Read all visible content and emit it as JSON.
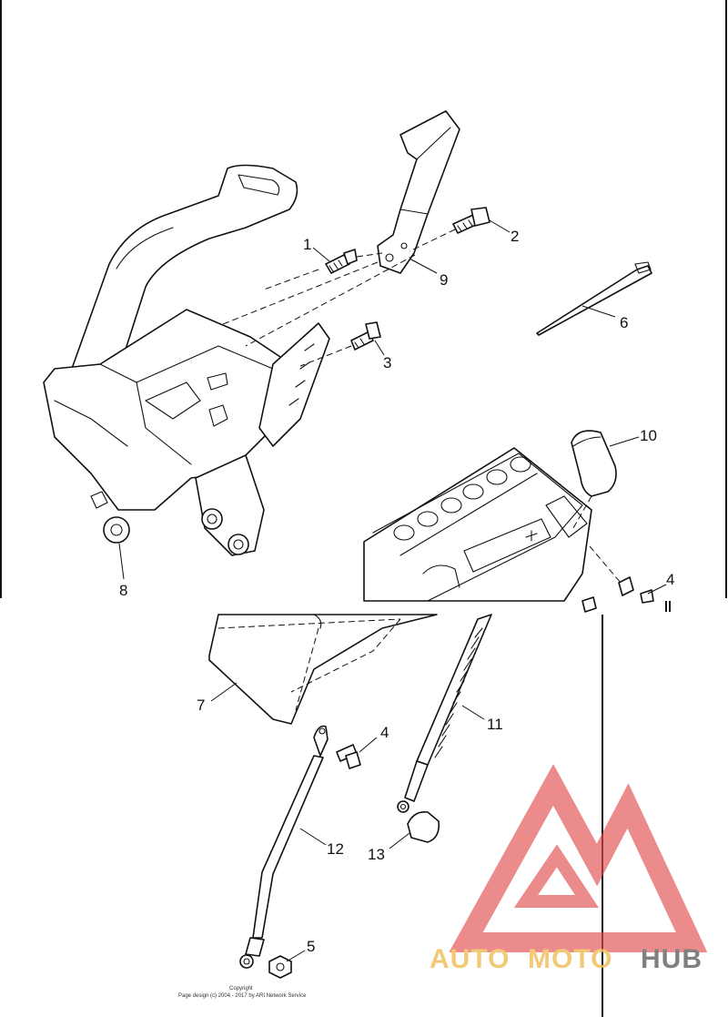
{
  "callouts": {
    "c1": "1",
    "c2": "2",
    "c3": "3",
    "c4a": "4",
    "c4b": "4",
    "c5": "5",
    "c6": "6",
    "c7": "7",
    "c8": "8",
    "c9": "9",
    "c10": "10",
    "c11": "11",
    "c12": "12",
    "c13": "13"
  },
  "copyright": {
    "line1": "Copyright",
    "line2": "Page design (c) 2004 - 2017 by ARI Network Service"
  },
  "watermark": {
    "text_auto": "AUTO",
    "text_moto": "MOTO",
    "text_hub": "HUB",
    "colors": {
      "accent": "#e04a4a",
      "gold": "#f0c060",
      "grey": "#6b6b6b"
    }
  }
}
